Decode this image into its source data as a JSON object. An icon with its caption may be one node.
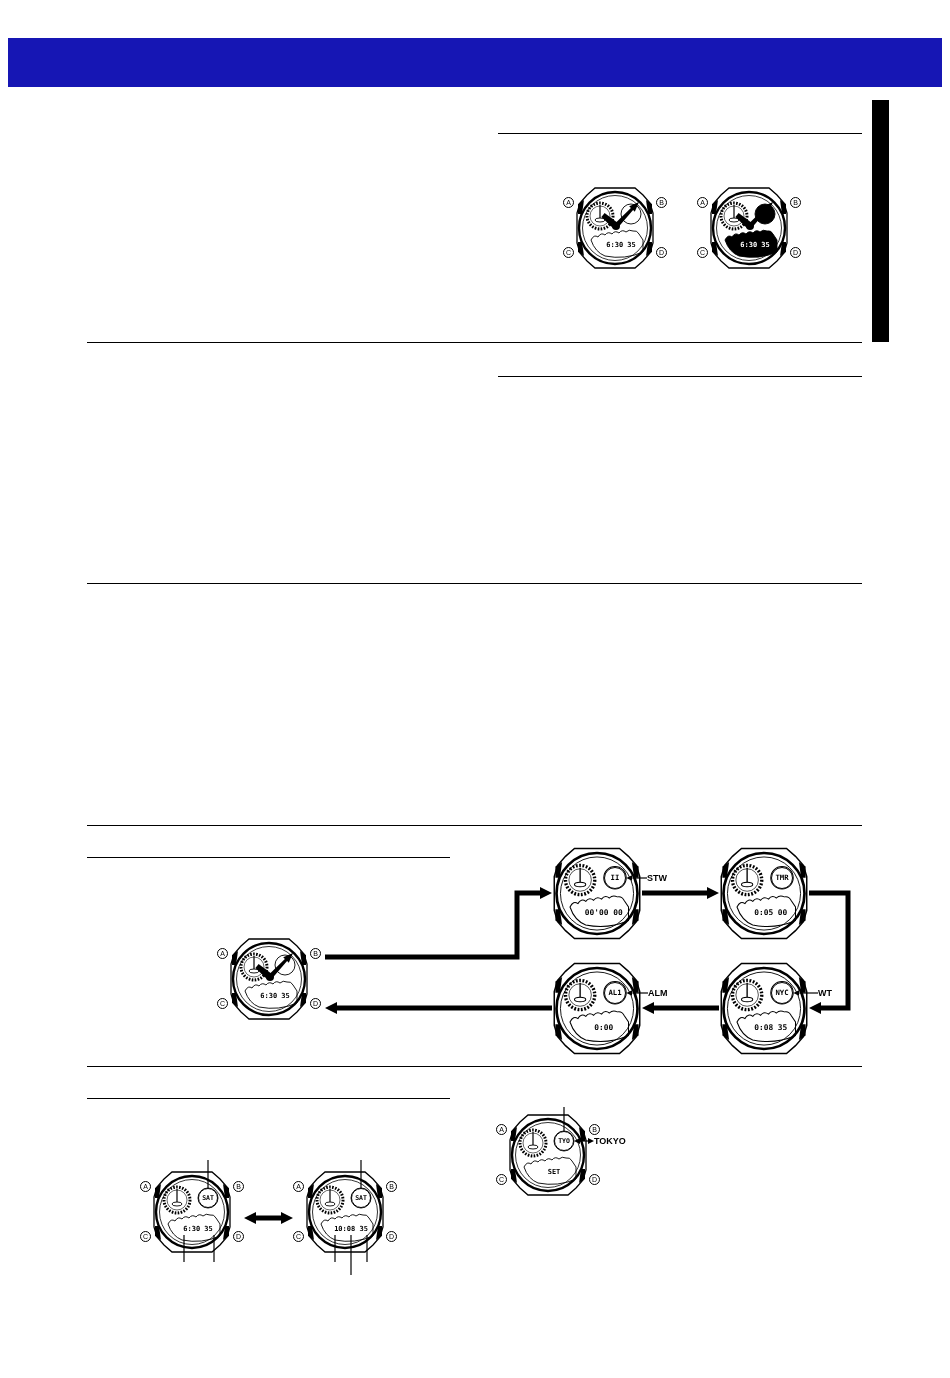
{
  "diagram": {
    "nodes": [
      {
        "text": [],
        "shape": "picture",
        "beside": [
          "A",
          "B",
          "C",
          "D"
        ]
      },
      {
        "text": [
          "6:30 35"
        ],
        "in": 0
      },
      {
        "text": [],
        "shape": "picture",
        "beside": [
          "A",
          "B",
          "C",
          "D"
        ]
      },
      {
        "text": [
          "6:30 35"
        ],
        "in": 2
      },
      {
        "text": [],
        "shape": "picture",
        "beside": [
          "A",
          "B",
          "C",
          "D"
        ]
      },
      {
        "text": [
          "6:30 35"
        ],
        "in": 4
      },
      {
        "text": [],
        "shape": "picture"
      },
      {
        "text": [
          "II"
        ],
        "in": 6
      },
      {
        "text": [
          "00'00 00"
        ],
        "in": 6
      },
      {
        "text": [
          "STW"
        ]
      },
      {
        "text": [],
        "shape": "picture"
      },
      {
        "text": [
          "TMR"
        ],
        "in": 10
      },
      {
        "text": [
          "0:05 00"
        ],
        "in": 10
      },
      {
        "text": [],
        "shape": "picture"
      },
      {
        "text": [
          "NYC"
        ],
        "in": 13
      },
      {
        "text": [
          "0:08 35"
        ],
        "in": 13
      },
      {
        "text": [
          "WT"
        ]
      },
      {
        "text": [],
        "shape": "picture"
      },
      {
        "text": [
          "AL1"
        ],
        "in": 17
      },
      {
        "text": [
          "0:00"
        ],
        "in": 17
      },
      {
        "text": [
          "ALM"
        ]
      },
      {
        "text": [],
        "shape": "picture",
        "beside": [
          "A",
          "B",
          "C",
          "D"
        ]
      },
      {
        "text": [
          "SAT"
        ],
        "in": 21
      },
      {
        "text": [
          "6:30 35"
        ],
        "in": 21
      },
      {
        "text": [],
        "shape": "picture",
        "beside": [
          "A",
          "B",
          "C",
          "D"
        ]
      },
      {
        "text": [
          "SAT"
        ],
        "in": 24
      },
      {
        "text": [
          "10:08 35"
        ],
        "in": 24
      },
      {
        "text": [],
        "shape": "picture",
        "beside": [
          "A",
          "B",
          "C",
          "D"
        ]
      },
      {
        "text": [
          "TYO"
        ],
        "in": 27
      },
      {
        "text": [
          "SET"
        ],
        "in": 27
      },
      {
        "text": [
          "TOKYO"
        ]
      },
      {
        "text": [],
        "shape": "bar"
      }
    ],
    "edges": [
      {
        "from": 4,
        "to": 6,
        "arrow": "to",
        "style": "thick"
      },
      {
        "from": 6,
        "to": 10,
        "arrow": "to",
        "style": "thick"
      },
      {
        "from": 10,
        "to": 13,
        "arrow": "to",
        "style": "thick"
      },
      {
        "from": 13,
        "to": 17,
        "arrow": "to",
        "style": "thick"
      },
      {
        "from": 17,
        "to": 4,
        "arrow": "to",
        "style": "thick"
      },
      {
        "from": 9,
        "to": 7,
        "arrow": "to"
      },
      {
        "from": 16,
        "to": 14,
        "arrow": "to"
      },
      {
        "from": 20,
        "to": 18,
        "arrow": "to"
      },
      {
        "from": 21,
        "to": 24,
        "arrow": "both",
        "style": "thick"
      },
      {
        "from": null,
        "to": 22,
        "arrow": "none"
      },
      {
        "from": null,
        "to": 23,
        "arrow": "none"
      },
      {
        "from": null,
        "to": 23,
        "arrow": "none"
      },
      {
        "from": null,
        "to": 25,
        "arrow": "none"
      },
      {
        "from": null,
        "to": 26,
        "arrow": "none"
      },
      {
        "from": null,
        "to": 26,
        "arrow": "none"
      },
      {
        "from": null,
        "to": 26,
        "arrow": "none"
      },
      {
        "from": null,
        "to": 28,
        "arrow": "none"
      },
      {
        "from": 30,
        "to": 28,
        "arrow": "both"
      }
    ]
  }
}
